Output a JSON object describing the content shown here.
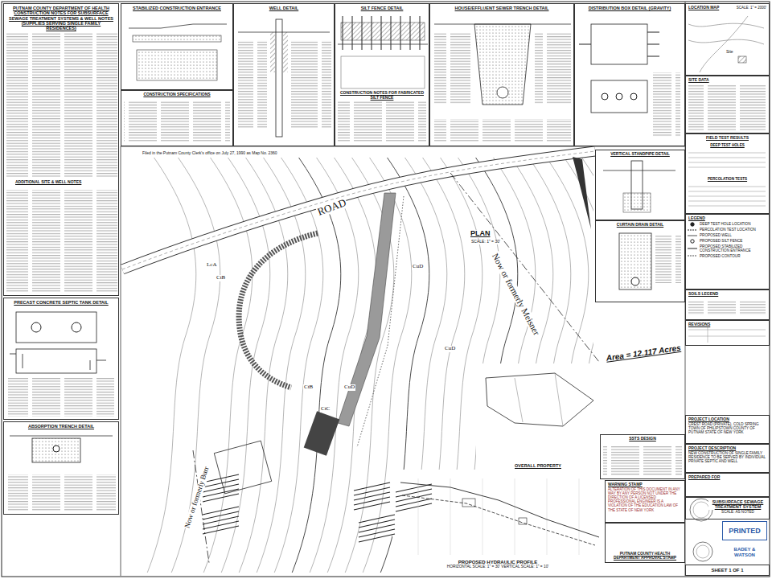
{
  "diagram": {
    "nodes": [
      {
        "text": [
          "PUTNAM COUNTY DEPARTMENT OF HEALTH CONSTRUCTION NOTES FOR SUBSURFACE SEWAGE TREATMENT SYSTEMS & WELL NOTES (SUPPLIES SERVING SINGLE FAMILY RESIDENCES)"
        ]
      },
      {
        "text": [
          "STABILIZED CONSTRUCTION ENTRANCE"
        ]
      },
      {
        "text": [
          "CONSTRUCTION SPECIFICATIONS"
        ]
      },
      {
        "text": [
          "WELL DETAIL"
        ]
      },
      {
        "text": [
          "SILT FENCE DETAIL",
          "CONSTRUCTION NOTES FOR FABRICATED SILT FENCE"
        ]
      },
      {
        "text": [
          "HOUSE/EFFLUENT SEWER TRENCH DETAIL"
        ]
      },
      {
        "text": [
          "DISTRIBUTION BOX DETAIL (GRAVITY)"
        ]
      },
      {
        "text": [
          "LOCATION MAP",
          "SCALE: 1\" = 2000'"
        ]
      },
      {
        "text": [
          "SITE DATA"
        ]
      },
      {
        "text": [
          "FIELD TEST RESULTS"
        ]
      },
      {
        "text": [
          "DEEP TEST HOLES"
        ],
        "in": 9
      },
      {
        "text": [
          "PERCOLATION TESTS"
        ],
        "in": 9
      },
      {
        "text": [
          "VERTICAL STANDPIPE DETAIL"
        ]
      },
      {
        "text": [
          "CURTAIN DRAIN DETAIL"
        ]
      },
      {
        "text": [
          "LEGEND"
        ]
      },
      {
        "text": [
          "SOILS LEGEND"
        ]
      },
      {
        "text": [
          "REVISIONS"
        ]
      },
      {
        "text": [
          "PROJECT LOCATION",
          "CREST ROAD (PRIVATE), COLD SPRING TOWN OF PHILIPSTOWN COUNTY OF PUTNAM STATE OF NEW YORK"
        ]
      },
      {
        "text": [
          "PROJECT DESCRIPTION",
          "NEW CONSTRUCTION OF SINGLE FAMILY RESIDENCE TO BE SERVED BY INDIVIDUAL PRIVATE SEPTIC AND WELL"
        ]
      },
      {
        "text": [
          "PREPARED FOR"
        ]
      },
      {
        "text": [
          "SUBSURFACE SEWAGE TREATMENT SYSTEM",
          "SCALE: AS NOTED"
        ]
      },
      {
        "text": [
          "PRINTED"
        ]
      },
      {
        "text": [
          "BADEY & WATSON"
        ]
      },
      {
        "text": [
          "SHEET 1 OF 1"
        ]
      },
      {
        "text": [
          "PRECAST CONCRETE SEPTIC TANK DETAIL"
        ]
      },
      {
        "text": [
          "ABSORPTION TRENCH DETAIL"
        ]
      },
      {
        "text": [
          "OVERALL PROPERTY"
        ]
      },
      {
        "text": [
          "SSTS DESIGN"
        ]
      },
      {
        "text": [
          "WARNING STAMP",
          "ALTERATION OF THIS DOCUMENT IN ANY WAY BY ANY PERSON NOT UNDER THE DIRECTION OF A LICENSED PROFESSIONAL ENGINEER IS A VIOLATION OF THE EDUCATION LAW OF THE STATE OF NEW YORK"
        ]
      },
      {
        "text": [
          "PUTNAM COUNTY HEALTH DEPARTMENT APPROVAL STAMP"
        ]
      },
      {
        "text": [
          "PROPOSED HYDRAULIC PROFILE",
          "HORIZONTAL SCALE: 1\" = 30' VERTICAL SCALE: 1\" = 10'"
        ]
      }
    ],
    "labels": [
      "Filed in the Putnam County Clerk's office on July 27, 1990 as Map No. 2360",
      "ADDITIONAL SITE & WELL NOTES",
      "ROAD",
      "PLAN",
      "SCALE: 1\" = 30'",
      "Now or formerly Meisner",
      "Area = 12.117 Acres",
      "Now or formerly Burr",
      "LcA",
      "CtB",
      "CtB",
      "CuD",
      "CtC",
      "CuD",
      "CuD",
      "Site"
    ],
    "legend": [
      {
        "text": "DEEP TEST HOLE LOCATION"
      },
      {
        "text": "PERCOLATION TEST LOCATION"
      },
      {
        "text": "PROPOSED WELL"
      },
      {
        "text": "PROPOSED SILT FENCE"
      },
      {
        "text": "PROPOSED STABILIZED CONSTRUCTION ENTRANCE"
      },
      {
        "text": "PROPOSED CONTOUR"
      }
    ]
  }
}
